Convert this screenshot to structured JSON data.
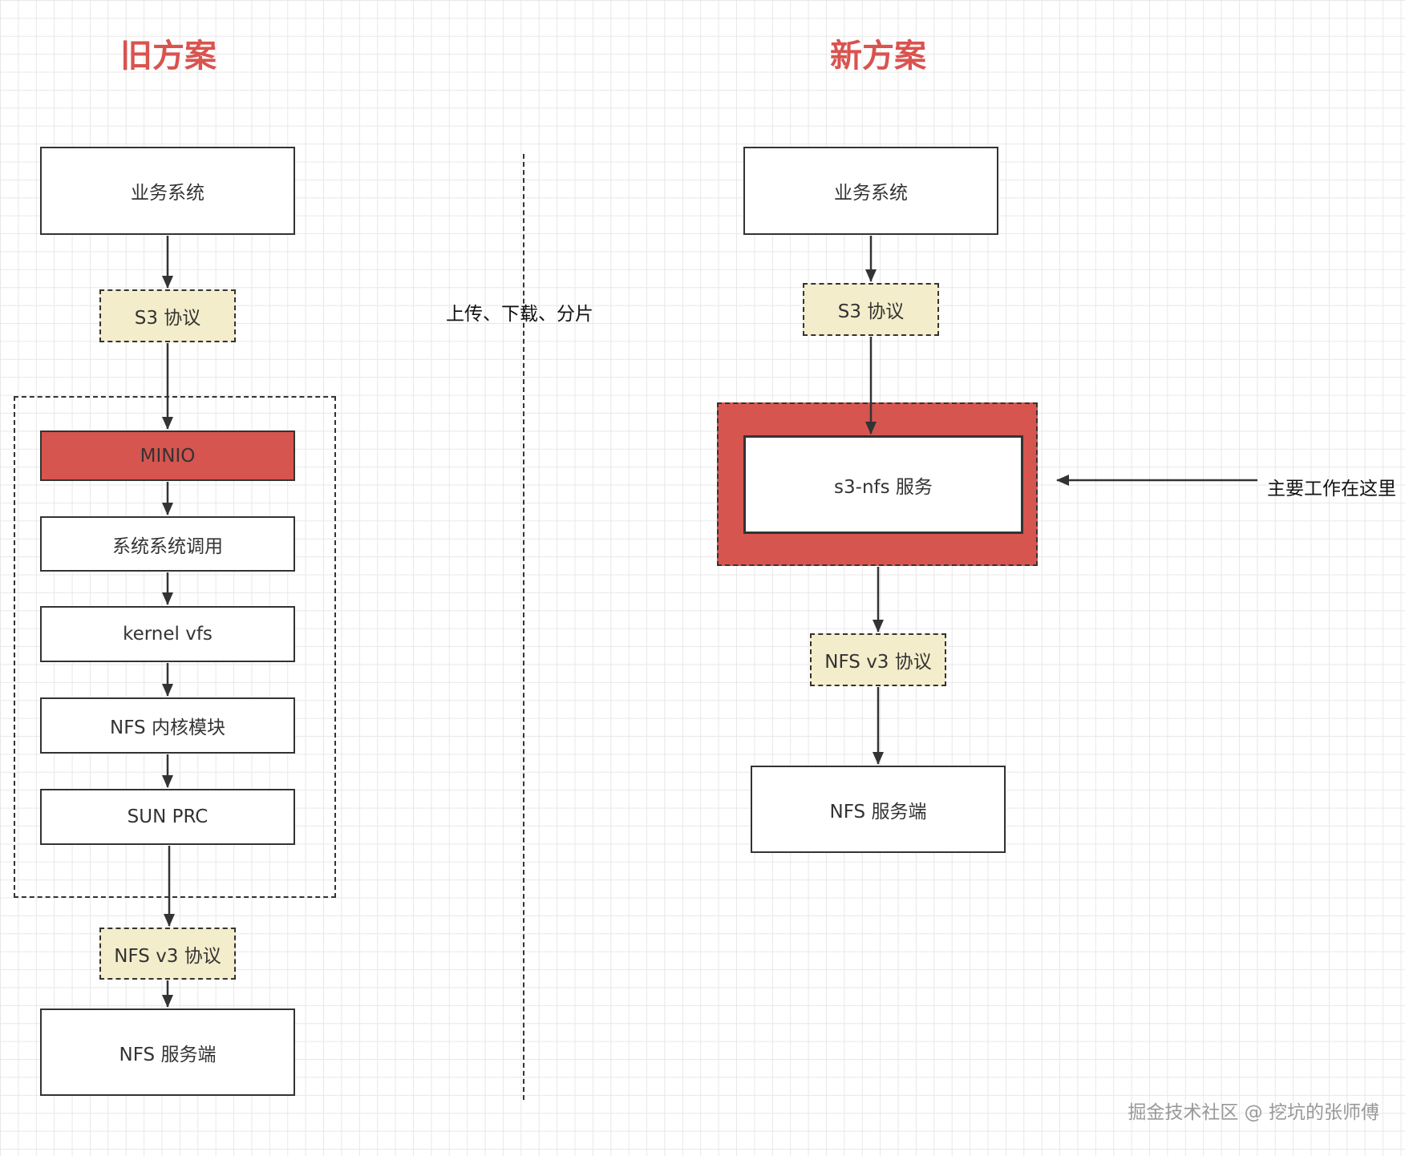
{
  "old_scheme": {
    "title": "旧方案",
    "business_system": "业务系统",
    "s3_protocol": "S3 协议",
    "minio": "MINIO",
    "system_call": "系统系统调用",
    "kernel_vfs": "kernel vfs",
    "nfs_kernel_module": "NFS 内核模块",
    "sun_rpc": "SUN PRC",
    "nfs_v3_protocol": "NFS v3 协议",
    "nfs_server": "NFS 服务端"
  },
  "middle_label": "上传、下载、分片",
  "new_scheme": {
    "title": "新方案",
    "business_system": "业务系统",
    "s3_protocol": "S3 协议",
    "s3_nfs_service": "s3-nfs 服务",
    "nfs_v3_protocol": "NFS v3 协议",
    "nfs_server": "NFS 服务端",
    "annotation": "主要工作在这里"
  },
  "watermark": "掘金技术社区 @ 挖坑的张师傅",
  "colors": {
    "accent_red": "#d6554f",
    "title_red": "#d9534f",
    "protocol_fill": "#f4edcb",
    "stroke": "#333333"
  }
}
